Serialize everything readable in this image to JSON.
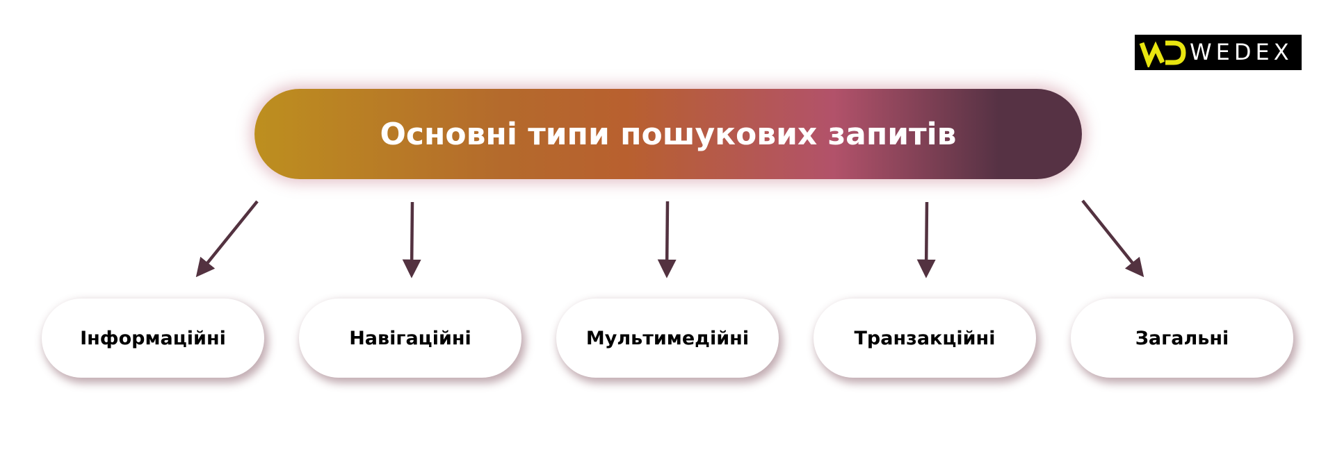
{
  "logo": {
    "text": "WEDEX",
    "mark_color": "#e8e510",
    "background": "#000000",
    "icon": "wedex-logo-mark"
  },
  "diagram": {
    "title": "Основні типи пошукових запитів",
    "title_gradient": [
      "#bd8f1f",
      "#b8602f",
      "#b2526a",
      "#563244"
    ],
    "arrow_color": "#533240",
    "nodes": [
      {
        "label": "Інформаційні"
      },
      {
        "label": "Навігаційні"
      },
      {
        "label": "Мультимедійні"
      },
      {
        "label": "Транзакційні"
      },
      {
        "label": "Загальні"
      }
    ]
  }
}
